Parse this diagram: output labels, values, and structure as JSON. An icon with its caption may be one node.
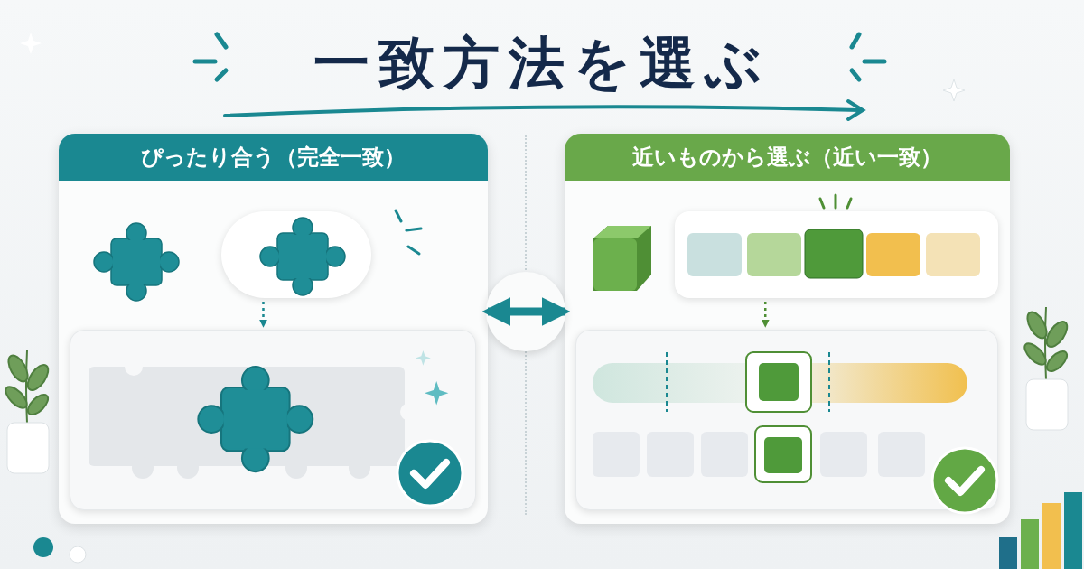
{
  "diagram": {
    "title": "一致方法を選ぶ",
    "nodes": [
      {
        "text": [
          "ぴったり合う（完全一致）"
        ]
      },
      {
        "text": [
          "近いものから選ぶ（近い一致）"
        ]
      },
      {
        "text": [],
        "shape": "picture",
        "in": 0
      },
      {
        "text": [],
        "shape": "box",
        "in": 0
      },
      {
        "text": [],
        "shape": "box",
        "in": 0
      },
      {
        "text": [],
        "shape": "picture",
        "in": 1
      },
      {
        "text": [],
        "shape": "box",
        "in": 1
      },
      {
        "text": [],
        "shape": "box",
        "in": 1
      }
    ],
    "edges": [
      {
        "from": 0,
        "to": 1,
        "arrow": "both",
        "style": "thick"
      },
      {
        "from": 3,
        "to": 4,
        "arrow": "to",
        "style": "dashed"
      },
      {
        "from": 6,
        "to": 7,
        "arrow": "to",
        "style": "dashed",
        "color": "#4f8f35"
      }
    ]
  }
}
